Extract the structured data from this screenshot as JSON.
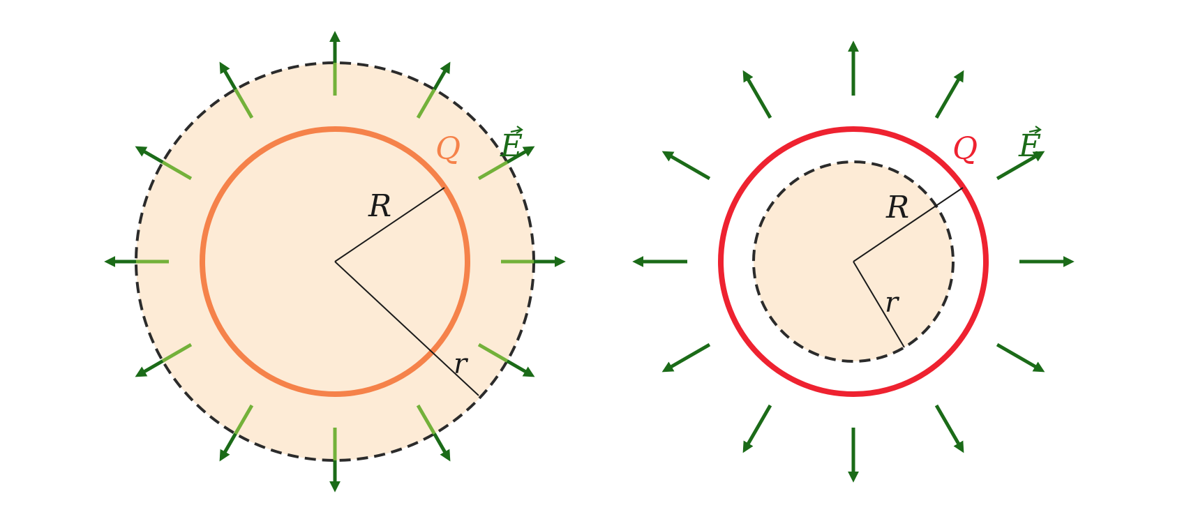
{
  "diagram": {
    "left_panel": {
      "charge_label": "Q",
      "radius_label": "R",
      "gauss_radius_label": "r",
      "field_label": "E",
      "shell_color": "#f5824a",
      "field_color_inside": "#73b13a",
      "field_color_outside": "#1b6b18",
      "fill_color": "#fdebd6"
    },
    "right_panel": {
      "charge_label": "Q",
      "radius_label": "R",
      "gauss_radius_label": "r",
      "field_label": "E",
      "shell_color": "#ee2230",
      "field_color": "#1b6b18",
      "fill_color": "#fdebd6"
    },
    "field_arrow_count": 12
  }
}
